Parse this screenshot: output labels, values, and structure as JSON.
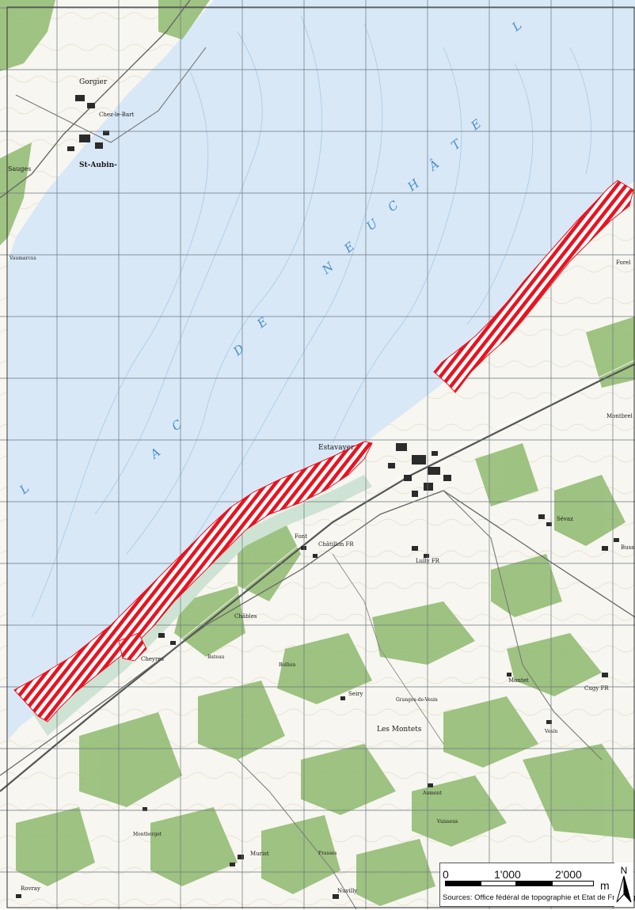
{
  "map": {
    "lake_labels": [
      "L",
      "A",
      "C",
      "D",
      "E",
      "N",
      "E",
      "U",
      "C",
      "H",
      "Â",
      "T",
      "E",
      "L"
    ],
    "places": [
      {
        "id": "gorgier",
        "name": "Gorgier"
      },
      {
        "id": "chez-le-bart",
        "name": "Chez-le-Bart"
      },
      {
        "id": "st-aubin",
        "name": "St-Aubin-"
      },
      {
        "id": "sauges",
        "name": "Sauges"
      },
      {
        "id": "vaumarcus",
        "name": "Vaumarcus"
      },
      {
        "id": "estavayer",
        "name": "Estavayer"
      },
      {
        "id": "font",
        "name": "Font"
      },
      {
        "id": "chatillon",
        "name": "Châtillon FR"
      },
      {
        "id": "lully",
        "name": "Lully FR"
      },
      {
        "id": "seiry",
        "name": "Seiry"
      },
      {
        "id": "forel",
        "name": "Forel"
      },
      {
        "id": "montbrelloz",
        "name": "Montbrel"
      },
      {
        "id": "sevaz",
        "name": "Sévaz"
      },
      {
        "id": "bussy",
        "name": "Buss"
      },
      {
        "id": "chables",
        "name": "Châbles"
      },
      {
        "id": "cheyres",
        "name": "Cheyres"
      },
      {
        "id": "bollion",
        "name": "Bollion"
      },
      {
        "id": "murist",
        "name": "Murist"
      },
      {
        "id": "montborget",
        "name": "Montborget"
      },
      {
        "id": "rovray",
        "name": "Rovray"
      },
      {
        "id": "nuvilly",
        "name": "Nuvilly"
      },
      {
        "id": "cugy",
        "name": "Cugy FR"
      },
      {
        "id": "montet",
        "name": "Montet"
      },
      {
        "id": "vesin",
        "name": "Vesin"
      },
      {
        "id": "les-montets",
        "name": "Les Montets"
      },
      {
        "id": "aumont",
        "name": "Aumont"
      },
      {
        "id": "granges",
        "name": "Granges-de-Vesin"
      },
      {
        "id": "frasses",
        "name": "Frasses"
      },
      {
        "id": "vuissens",
        "name": "Vuissens"
      },
      {
        "id": "cheyres-bateau",
        "name": "Bateau"
      }
    ],
    "colors": {
      "lake": "#d8e8f7",
      "land": "#f7f6f0",
      "forest": "#8fba6e",
      "hatch_red": "#e8131f",
      "grid": "#6c7680"
    }
  },
  "scale_bar": {
    "ticks": [
      "0",
      "1'000",
      "2'000"
    ],
    "unit": "m",
    "source": "Sources: Office fédéral de topographie et Etat de Fribourg"
  },
  "north_arrow": {
    "label": "N"
  }
}
